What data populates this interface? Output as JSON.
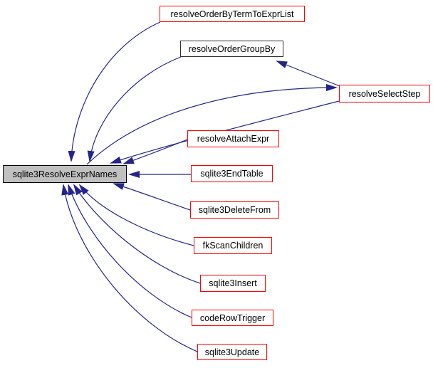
{
  "graph": {
    "type": "caller-graph",
    "colors": {
      "edge": "#24248c",
      "caller_border": "#ff0000",
      "plain_border": "#303030",
      "main_border": "#000000",
      "main_fill": "#c0c0c0",
      "node_fill": "#ffffff",
      "text": "#000000",
      "background": "#ffffff"
    },
    "main_node": {
      "id": "sqlite3ResolveExprNames",
      "label": "sqlite3ResolveExprNames"
    },
    "nodes": [
      {
        "id": "resolveOrderByTermToExprList",
        "label": "resolveOrderByTermToExprList",
        "border": "#ff0000"
      },
      {
        "id": "resolveOrderGroupBy",
        "label": "resolveOrderGroupBy",
        "border": "#303030"
      },
      {
        "id": "resolveSelectStep",
        "label": "resolveSelectStep",
        "border": "#ff0000"
      },
      {
        "id": "resolveAttachExpr",
        "label": "resolveAttachExpr",
        "border": "#ff0000"
      },
      {
        "id": "sqlite3EndTable",
        "label": "sqlite3EndTable",
        "border": "#ff0000"
      },
      {
        "id": "sqlite3DeleteFrom",
        "label": "sqlite3DeleteFrom",
        "border": "#ff0000"
      },
      {
        "id": "fkScanChildren",
        "label": "fkScanChildren",
        "border": "#ff0000"
      },
      {
        "id": "sqlite3Insert",
        "label": "sqlite3Insert",
        "border": "#ff0000"
      },
      {
        "id": "codeRowTrigger",
        "label": "codeRowTrigger",
        "border": "#ff0000"
      },
      {
        "id": "sqlite3Update",
        "label": "sqlite3Update",
        "border": "#ff0000"
      }
    ],
    "edges": [
      {
        "from": "resolveOrderByTermToExprList",
        "to": "sqlite3ResolveExprNames"
      },
      {
        "from": "resolveOrderGroupBy",
        "to": "sqlite3ResolveExprNames"
      },
      {
        "from": "resolveSelectStep",
        "to": "resolveOrderGroupBy"
      },
      {
        "from": "sqlite3ResolveExprNames",
        "to": "resolveSelectStep"
      },
      {
        "from": "resolveSelectStep",
        "to": "sqlite3ResolveExprNames"
      },
      {
        "from": "resolveAttachExpr",
        "to": "sqlite3ResolveExprNames"
      },
      {
        "from": "sqlite3EndTable",
        "to": "sqlite3ResolveExprNames"
      },
      {
        "from": "sqlite3DeleteFrom",
        "to": "sqlite3ResolveExprNames"
      },
      {
        "from": "fkScanChildren",
        "to": "sqlite3ResolveExprNames"
      },
      {
        "from": "sqlite3Insert",
        "to": "sqlite3ResolveExprNames"
      },
      {
        "from": "codeRowTrigger",
        "to": "sqlite3ResolveExprNames"
      },
      {
        "from": "sqlite3Update",
        "to": "sqlite3ResolveExprNames"
      }
    ]
  }
}
